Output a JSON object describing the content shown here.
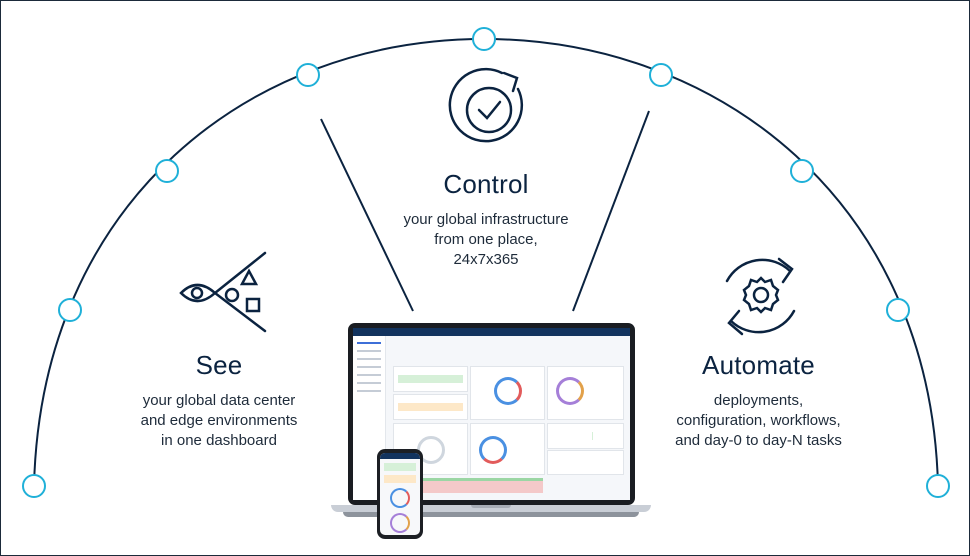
{
  "see": {
    "title": "See",
    "lines": [
      "your global data center",
      "and edge environments",
      "in one dashboard"
    ]
  },
  "control": {
    "title": "Control",
    "lines": [
      "your global infrastructure",
      "from one place,",
      "24x7x365"
    ]
  },
  "automate": {
    "title": "Automate",
    "lines": [
      "deployments,",
      "configuration, workflows,",
      "and day-0 to day-N tasks"
    ]
  },
  "colors": {
    "arc": "#0b2340",
    "node": "#1fb0d8",
    "text": "#0b2340"
  },
  "icons": {
    "see": "eye-with-shapes-icon",
    "control": "check-circle-refresh-icon",
    "automate": "gear-refresh-icon"
  }
}
